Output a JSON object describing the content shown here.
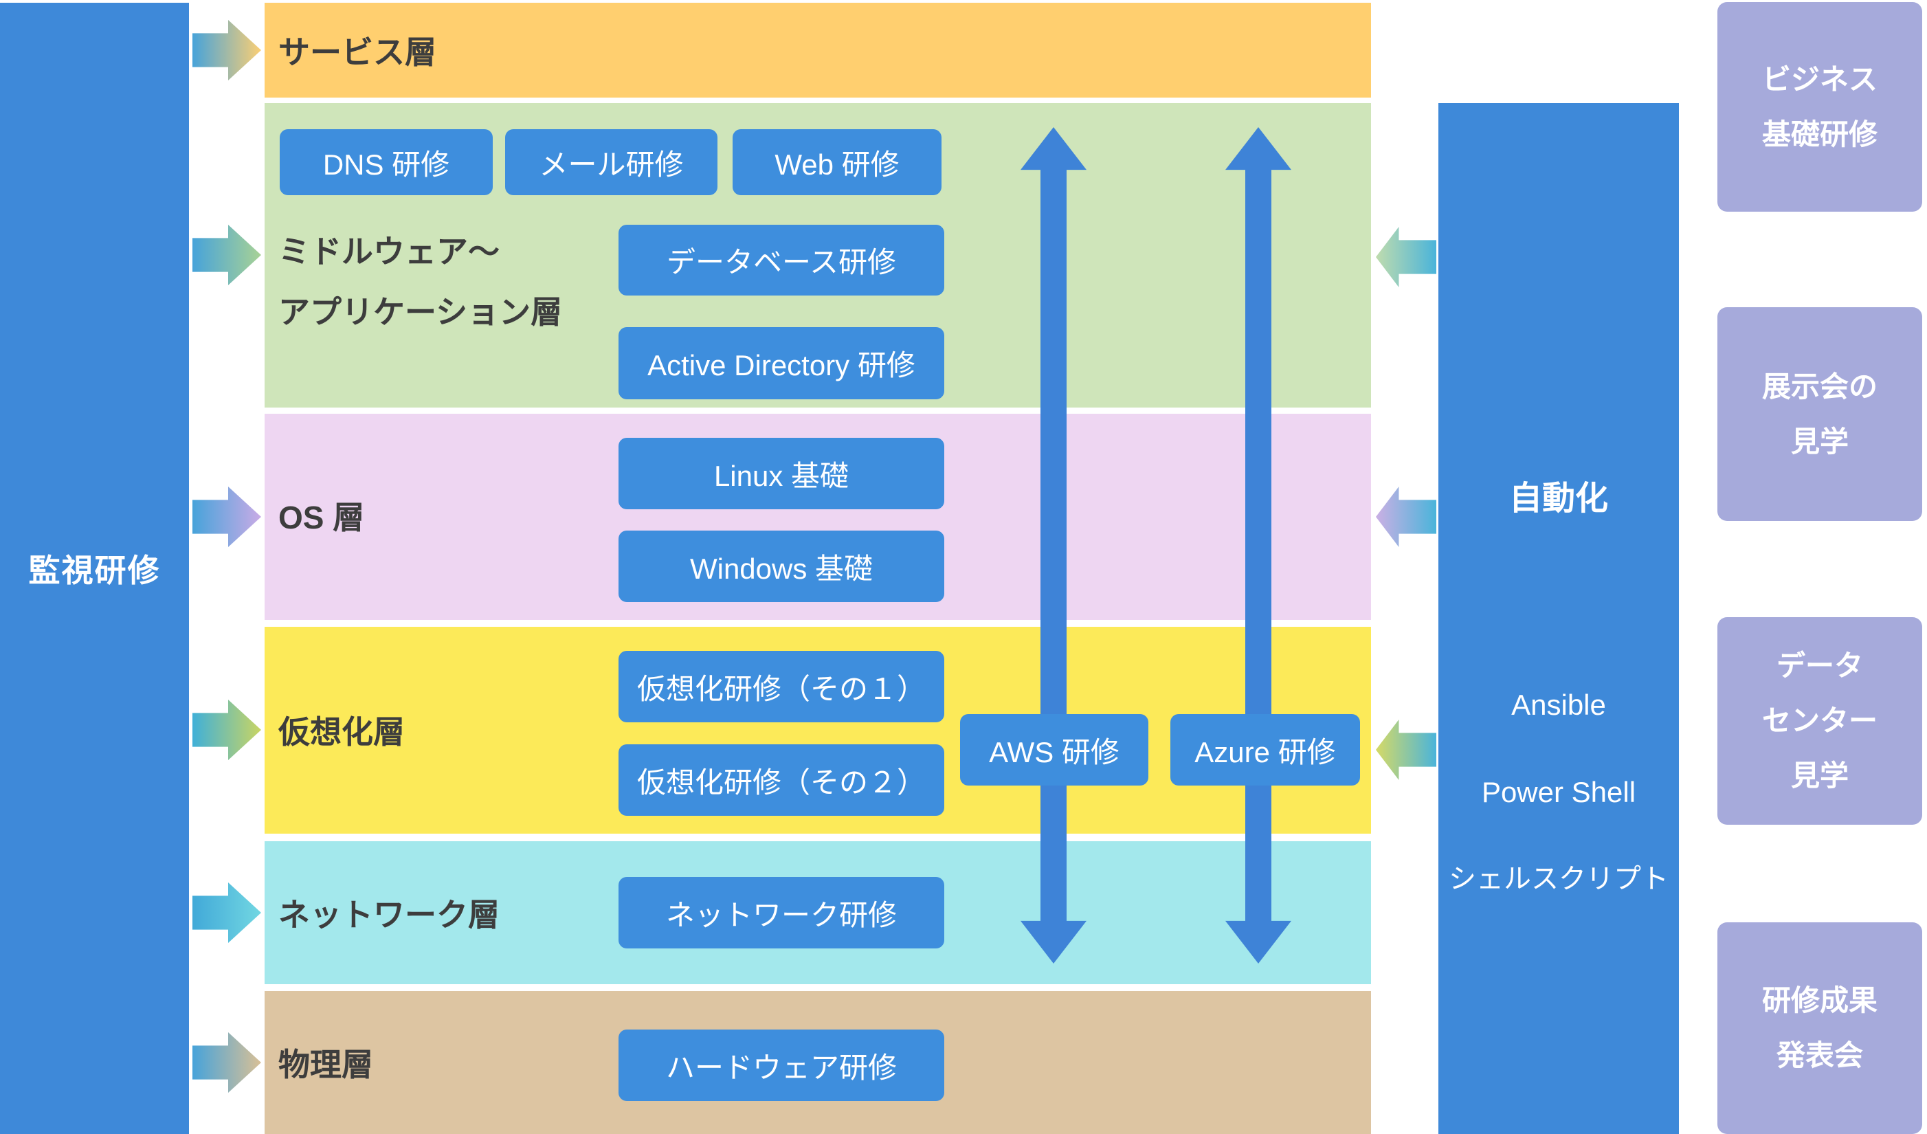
{
  "monitoring": {
    "label": "監視研修"
  },
  "layers": {
    "service": {
      "label": "サービス層"
    },
    "middleware": {
      "label1": "ミドルウェア〜",
      "label2": "アプリケーション層"
    },
    "os": {
      "label": "OS 層"
    },
    "virtualization": {
      "label": "仮想化層"
    },
    "network": {
      "label": "ネットワーク層"
    },
    "physical": {
      "label": "物理層"
    }
  },
  "trainings": {
    "dns": "DNS 研修",
    "mail": "メール研修",
    "web": "Web 研修",
    "database": "データベース研修",
    "active_directory": "Active Directory 研修",
    "linux": "Linux 基礎",
    "windows": "Windows 基礎",
    "virtualization1": "仮想化研修（その１）",
    "virtualization2": "仮想化研修（その２）",
    "aws": "AWS 研修",
    "azure": "Azure 研修",
    "network": "ネットワーク研修",
    "hardware": "ハードウェア研修"
  },
  "automation": {
    "title": "自動化",
    "item1": "Ansible",
    "item2": "Power Shell",
    "item3": "シェルスクリプト"
  },
  "side_programs": {
    "business": {
      "line1": "ビジネス",
      "line2": "基礎研修"
    },
    "exhibition": {
      "line1": "展示会の",
      "line2": "見学"
    },
    "datacenter": {
      "line1": "データ",
      "line2": "センター",
      "line3": "見学"
    },
    "presentation": {
      "line1": "研修成果",
      "line2": "発表会"
    }
  },
  "colors": {
    "column_blue": "#3e89d9",
    "button_blue": "#3e8edd",
    "arrow_blue": "#3e83d7",
    "service_band": "#ffcf6f",
    "middleware_band": "#cfe5ba",
    "os_band": "#eed6f2",
    "virtualization_band": "#fcea59",
    "network_band": "#a3e8ec",
    "physical_band": "#ddc5a2",
    "side_purple": "#a6aadb",
    "label_dark": "#3d3d3d"
  }
}
